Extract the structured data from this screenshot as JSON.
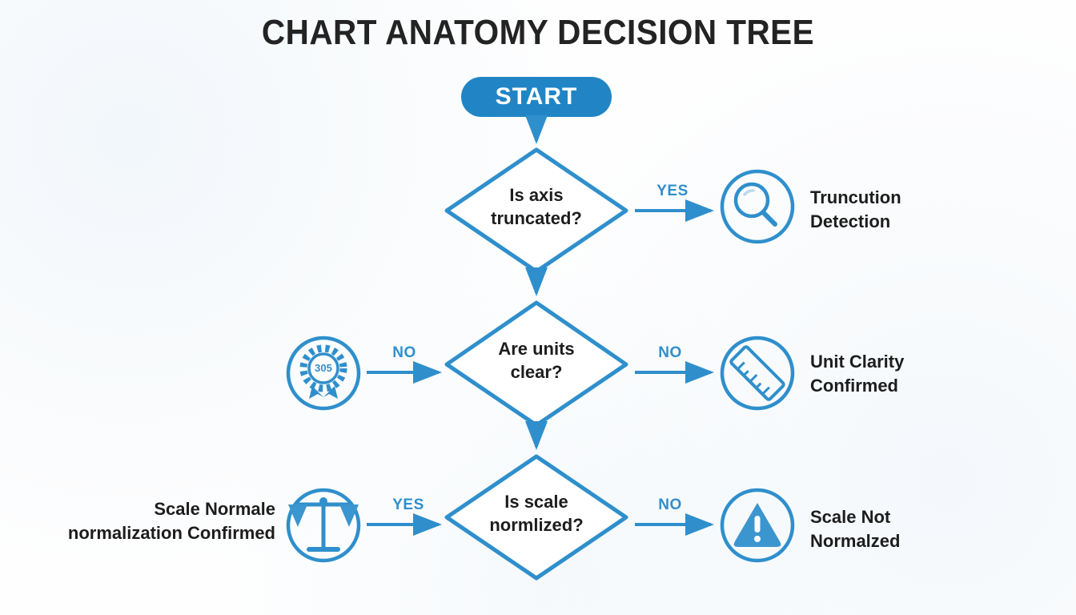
{
  "page": {
    "title": "CHART ANATOMY DECISION TREE",
    "accent_color": "#2f8fcc",
    "start_fill": "#2185c5",
    "text_color": "#1d1d1d",
    "background": "#fdfdfd"
  },
  "start": {
    "label": "START",
    "shape": "pill"
  },
  "decisions": [
    {
      "id": "axis-truncated",
      "line1": "Is axis",
      "line2": "truncated?"
    },
    {
      "id": "units-clear",
      "line1": "Are units",
      "line2": "clear?"
    },
    {
      "id": "scale-normalized",
      "line1": "Is scale",
      "line2": "normlized?"
    }
  ],
  "edges": [
    {
      "id": "edge-yes-truncation",
      "label": "YES",
      "direction": "right"
    },
    {
      "id": "edge-no-units-left",
      "label": "NO",
      "direction": "right"
    },
    {
      "id": "edge-no-unit-clarity",
      "label": "NO",
      "direction": "right"
    },
    {
      "id": "edge-yes-scale-left",
      "label": "YES",
      "direction": "right"
    },
    {
      "id": "edge-no-scale-not",
      "label": "NO",
      "direction": "right"
    }
  ],
  "outcomes": [
    {
      "id": "truncation-detection",
      "icon": "magnifier-icon",
      "line1": "Truncution",
      "line2": "Detection",
      "side": "right"
    },
    {
      "id": "unit-clarity-confirmed",
      "icon": "ruler-icon",
      "line1": "Unit Clarity",
      "line2": "Confirmed",
      "side": "right"
    },
    {
      "id": "scale-not-normalized",
      "icon": "warning-triangle-icon",
      "line1": "Scale Not",
      "line2": "Normalzed",
      "side": "right"
    },
    {
      "id": "award-badge",
      "icon": "award-badge-icon",
      "badge_value": "305",
      "line1": "",
      "line2": "",
      "side": "left"
    },
    {
      "id": "scale-normale-confirmed",
      "icon": "balance-scale-icon",
      "line1": "Scale Normale",
      "line2": "normalization Confirmed",
      "side": "left"
    }
  ]
}
